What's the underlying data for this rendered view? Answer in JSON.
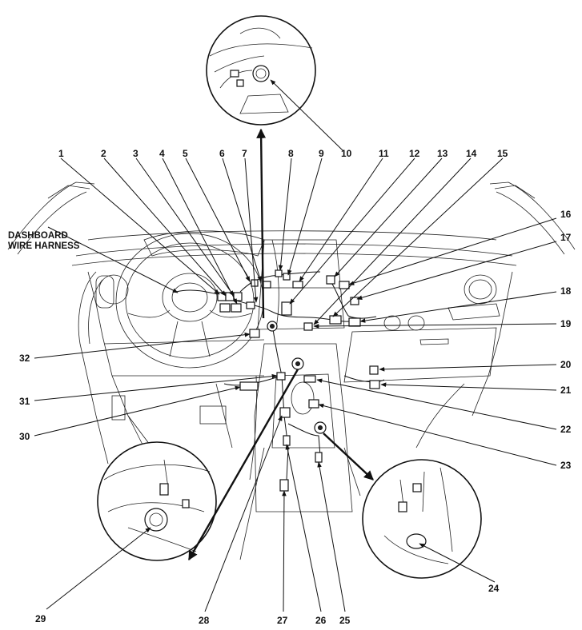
{
  "diagram": {
    "harness_label_line1": "DASHBOARD",
    "harness_label_line2": "WIRE HARNESS",
    "callouts": [
      "1",
      "2",
      "3",
      "4",
      "5",
      "6",
      "7",
      "8",
      "9",
      "10",
      "11",
      "12",
      "13",
      "14",
      "15",
      "16",
      "17",
      "18",
      "19",
      "20",
      "21",
      "22",
      "23",
      "24",
      "25",
      "26",
      "27",
      "28",
      "29",
      "30",
      "31",
      "32"
    ]
  }
}
